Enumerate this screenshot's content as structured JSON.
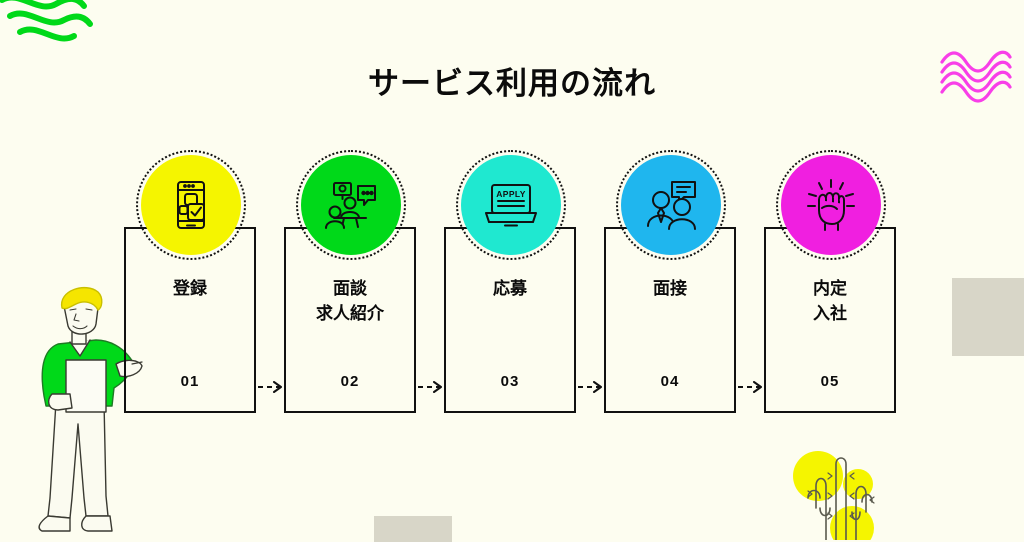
{
  "page": {
    "title": "サービス利用の流れ",
    "background_color": "#FDFDF0",
    "ink_color": "#0B0B0B"
  },
  "steps": [
    {
      "number": "01",
      "label": "登録",
      "icon": "smartphone-check-icon",
      "color": "#F5F500"
    },
    {
      "number": "02",
      "label": "面談\n求人紹介",
      "icon": "online-meeting-icon",
      "color": "#00D919"
    },
    {
      "number": "03",
      "label": "応募",
      "icon": "laptop-apply-icon",
      "color": "#1FE8D0",
      "icon_text": "APPLY"
    },
    {
      "number": "04",
      "label": "面接",
      "icon": "interview-people-icon",
      "color": "#1FB6EE"
    },
    {
      "number": "05",
      "label": "内定\n入社",
      "icon": "raised-fist-icon",
      "color": "#F01FE0"
    }
  ],
  "decorations": {
    "wave_green": {
      "name": "green-wave-squiggle",
      "color": "#00D919"
    },
    "wave_pink": {
      "name": "pink-wave-squiggle",
      "color": "#F83FE8"
    },
    "dots_right": {
      "name": "dot-grid-right",
      "color": "#D8D6C8",
      "columns": 6,
      "rows": 6
    },
    "dots_bottom": {
      "name": "dot-grid-bottom",
      "color": "#D8D6C8",
      "columns": 6,
      "rows": 2
    },
    "cactus": {
      "name": "cactus-illustration",
      "accent_color": "#F5F500"
    },
    "person": {
      "name": "person-with-clipboard-illustration",
      "shirt_color": "#00D919",
      "hair_color": "#F5E500"
    }
  }
}
